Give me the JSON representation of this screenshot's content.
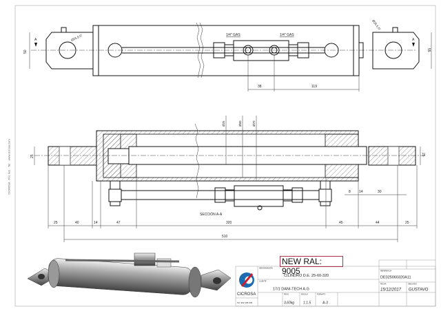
{
  "side_text": "CICROSA · Pol. Ind. · Tel. · www.cicrosa.com",
  "top_view": {
    "eye_left_dia": "Ø25.5 f7",
    "eye_right_dia": "Ø25.5 f7",
    "port_left": "1/4\" GAS",
    "port_right": "1/4\" GAS",
    "section_mark": "A",
    "dim_left_height": "50",
    "dim_right_height": "55",
    "dim_ports": "38",
    "dim_port_to_end": "119"
  },
  "section_view": {
    "label": "SECCIÓN A-A",
    "dia_rod": "Ø25",
    "dia_bore": "Ø60",
    "dia_outer": "Ø70",
    "dim_eye_left": "25",
    "dim_eye_right": "25",
    "dims_bottom": [
      "25",
      "40",
      "14",
      "47",
      "320",
      "45",
      "44",
      "25"
    ],
    "dim_total": "510",
    "dims_right": [
      "8",
      "14",
      "30"
    ]
  },
  "note": "NEW RAL: 9005",
  "title_block": {
    "company": "CICROSA",
    "company_sub": "Tel. 902 105 045",
    "logo_color": "#1b6bb0",
    "logo_accent": "#c8202f",
    "description_label": "DENOMINACIÓN",
    "description": "CILINDRO D.E. 25-60-320",
    "client_label": "CLIENTE",
    "client": "17/1 DANI-TECH A.G",
    "weight_label": "PESO",
    "weight": "3,60kg",
    "scale_label": "ESCALA",
    "scale": "1:1.5",
    "format_label": "FORMATO",
    "format": "A-3",
    "code_label": "REFERENCIA",
    "code": "DE025060320A11",
    "date_label": "FECHA",
    "date": "15/12/2017",
    "author_label": "DIBUJADO",
    "author": "GUSTAVO"
  }
}
